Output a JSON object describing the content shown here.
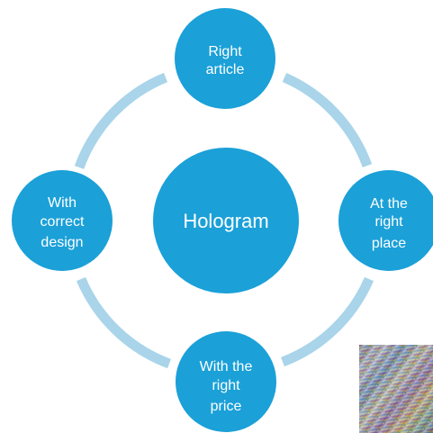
{
  "diagram": {
    "center": {
      "label": "Hologram"
    },
    "nodes": {
      "top": {
        "lines": [
          "Right",
          "article"
        ]
      },
      "right": {
        "lines": [
          "At the",
          "right",
          "place"
        ]
      },
      "bottom": {
        "lines": [
          "With the",
          "right",
          "price"
        ]
      },
      "left": {
        "lines": [
          "With",
          "correct",
          "design"
        ]
      }
    },
    "colors": {
      "node_fill": "#1ba0d8",
      "ring": "#a9d4ea",
      "text": "#ffffff"
    },
    "thumbnail": {
      "icon": "hologram-foil-image"
    }
  }
}
